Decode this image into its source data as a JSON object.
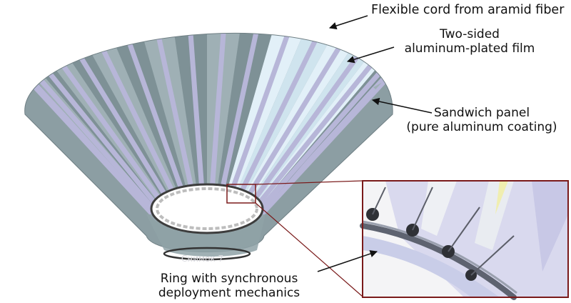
{
  "labels": {
    "cord": "Flexible cord from aramid fiber",
    "film": [
      "Two-sided",
      "aluminum-plated film"
    ],
    "panel": [
      "Sandwich panel",
      "(pure aluminum coating)"
    ],
    "ring": [
      "Ring with synchronous",
      "deployment mechanics"
    ]
  },
  "watermark": "Снимок 7",
  "colors": {
    "panel_dark": "#7e9196",
    "panel_light": "#9fb0b5",
    "strip": "#b7b6d8",
    "film_light": "#e2f0f8",
    "ring": "#e8e8e8",
    "inset_border": "#7a1a1a",
    "arrow": "#111111"
  }
}
